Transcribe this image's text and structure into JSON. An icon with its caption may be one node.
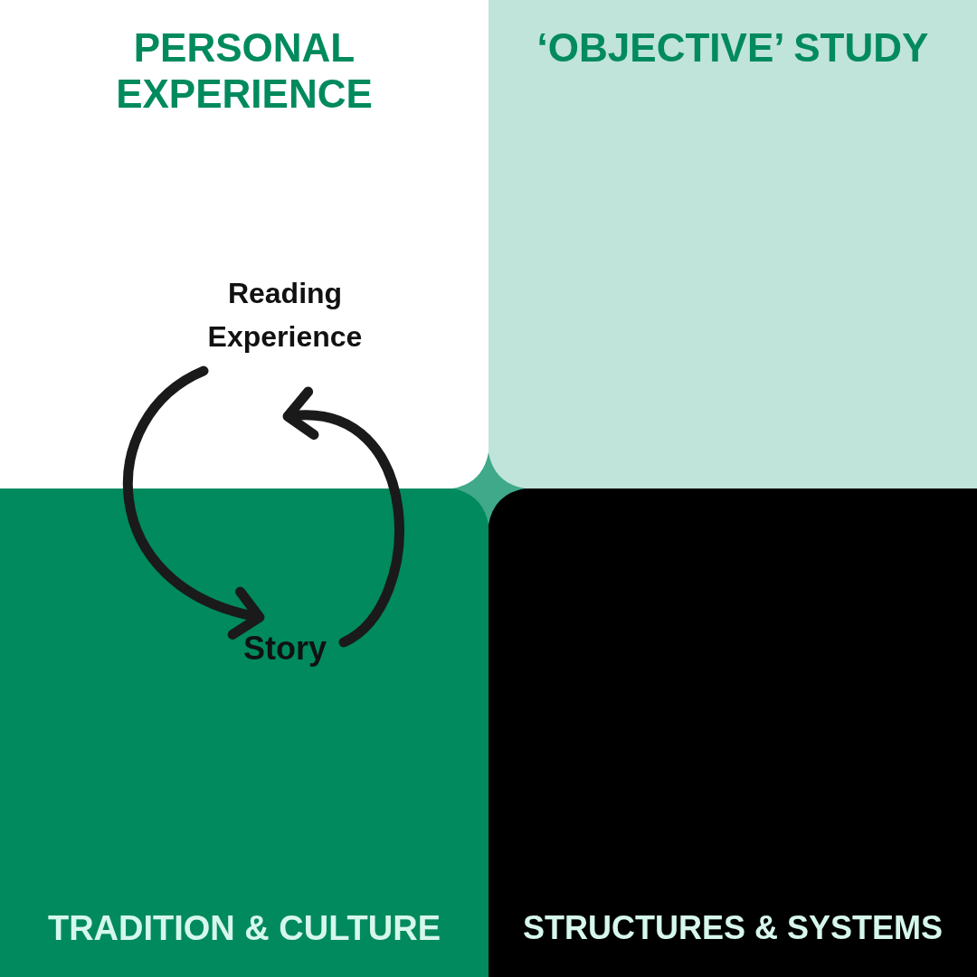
{
  "diagram": {
    "nodes": [
      {
        "text": [
          "PERSONAL EXPERIENCE"
        ]
      },
      {
        "text": [
          "‘OBJECTIVE’ STUDY"
        ]
      },
      {
        "text": [
          "TRADITION & CULTURE"
        ]
      },
      {
        "text": [
          "STRUCTURES & SYSTEMS"
        ]
      },
      {
        "text": [
          "Reading Experience"
        ],
        "in": 0
      },
      {
        "text": [
          "Story"
        ],
        "in": 2
      }
    ],
    "edges": [
      {
        "from": 4,
        "to": 5,
        "arrow": "to"
      },
      {
        "from": 5,
        "to": 4,
        "arrow": "to"
      }
    ]
  }
}
